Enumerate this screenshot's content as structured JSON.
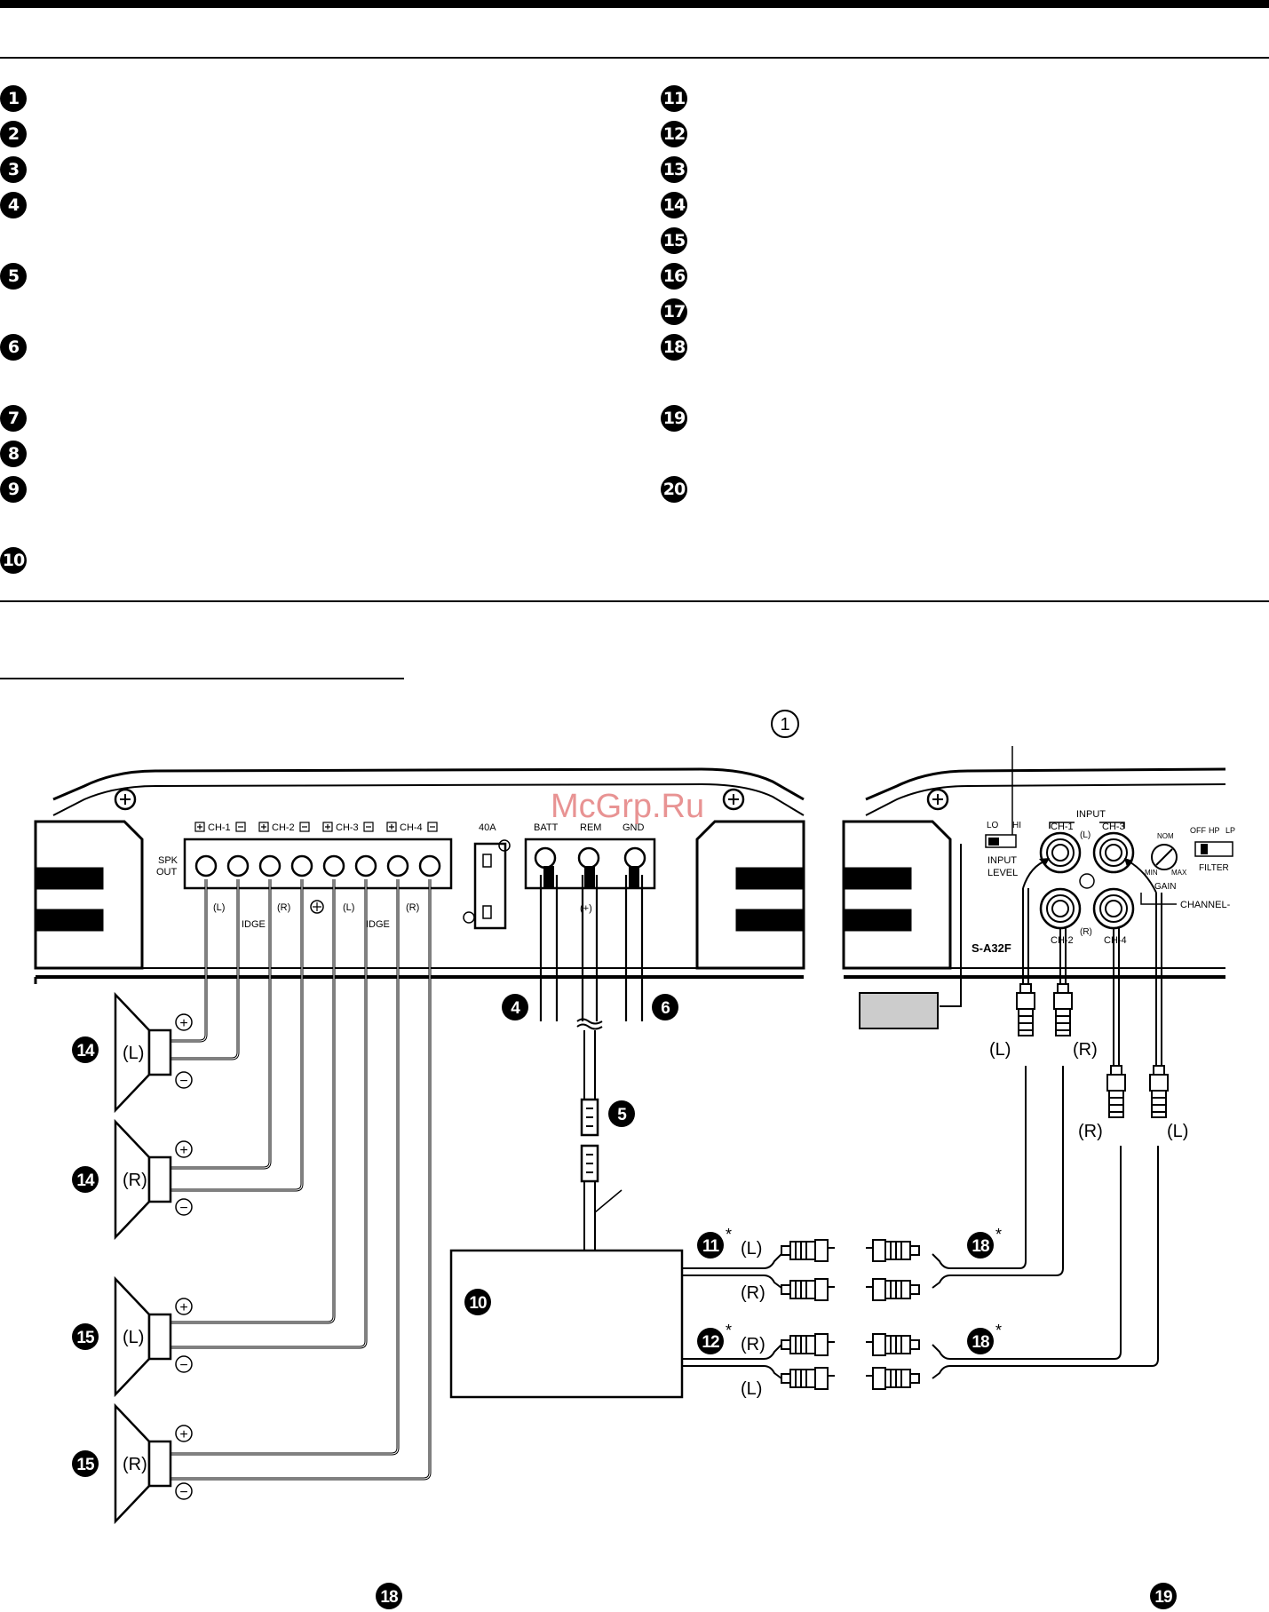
{
  "legend_left": [
    "1",
    "2",
    "3",
    "4",
    "5",
    "6",
    "7",
    "8",
    "9",
    "10"
  ],
  "legend_right": [
    "11",
    "12",
    "13",
    "14",
    "15",
    "16",
    "17",
    "18",
    "19",
    "20"
  ],
  "amp": {
    "spk_out": [
      "SPK",
      "OUT"
    ],
    "channels": [
      "CH-1",
      "CH-2",
      "CH-3",
      "CH-4"
    ],
    "ch_sub": [
      "(L)",
      "(R)",
      "(L)",
      "(R)"
    ],
    "bridge": [
      "IDGE",
      "IDGE"
    ],
    "fuse": "40A",
    "power": [
      "BATT",
      "REM",
      "GND"
    ],
    "rem_sub": "(+)",
    "model": "S-A32F"
  },
  "panel": {
    "lo": "LO",
    "hi": "HI",
    "input_level": [
      "INPUT",
      "LEVEL"
    ],
    "input": "INPUT",
    "ch1": "CH-1",
    "ch3": "CH-3",
    "ch2": "CH-2",
    "ch4": "CH-4",
    "l": "(L)",
    "r": "(R)",
    "nom": "NOM",
    "min": "MIN",
    "max": "MAX",
    "gain": "GAIN",
    "filter_opts": [
      "OFF",
      "HP",
      "LP"
    ],
    "filter": "FILTER",
    "channel": "CHANNEL-"
  },
  "callouts": {
    "c1": "1",
    "c4": "4",
    "c5": "5",
    "c6": "6",
    "c10": "10",
    "c11": "11",
    "c12": "12",
    "c14a": "14",
    "c14b": "14",
    "c15a": "15",
    "c15b": "15",
    "c18a": "18",
    "c18b": "18",
    "c18c": "18",
    "c19": "19",
    "star": "*"
  },
  "speakers": [
    "(L)",
    "(R)",
    "(L)",
    "(R)"
  ],
  "plus": "+",
  "minus": "−",
  "rca_labels": {
    "l": "(L)",
    "r": "(R)"
  },
  "watermark": "McGrp.Ru"
}
